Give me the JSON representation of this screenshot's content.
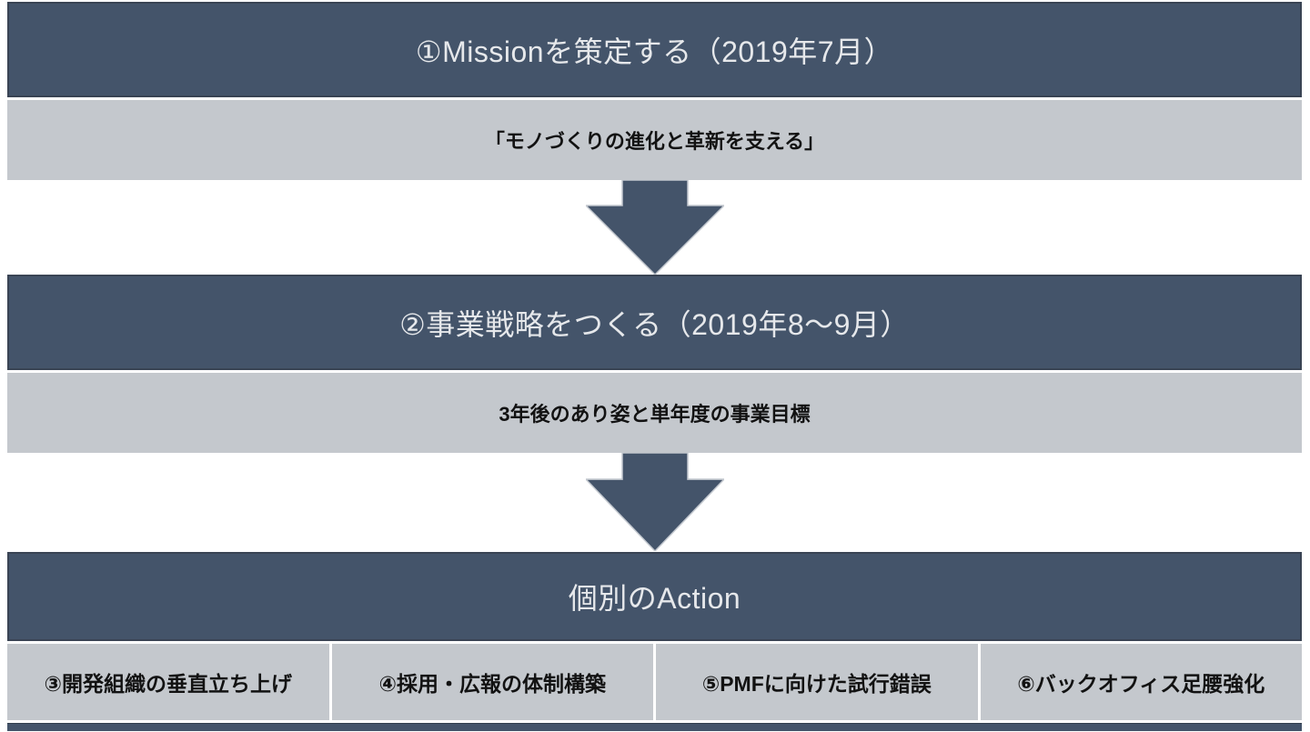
{
  "diagram": {
    "steps": [
      {
        "title": "①Missionを策定する（2019年7月）",
        "subtitle": "「モノづくりの進化と革新を支える」"
      },
      {
        "title": "②事業戦略をつくる（2019年8〜9月）",
        "subtitle": "3年後のあり姿と単年度の事業目標"
      }
    ],
    "action": {
      "title": "個別のAction",
      "items": [
        "③開発組織の垂直立ち上げ",
        "④採用・広報の体制構築",
        "⑤PMFに向けた試行錯誤",
        "⑥バックオフィス足腰強化"
      ]
    },
    "colors": {
      "header_bg": "#44546A",
      "header_border": "#3A4454",
      "header_text": "#E6E8EB",
      "sub_bg": "#C4C8CD",
      "sub_text": "#121212",
      "arrow_fill": "#44546A",
      "arrow_outline": "#C3C8CF",
      "background": "#FFFFFF"
    }
  }
}
